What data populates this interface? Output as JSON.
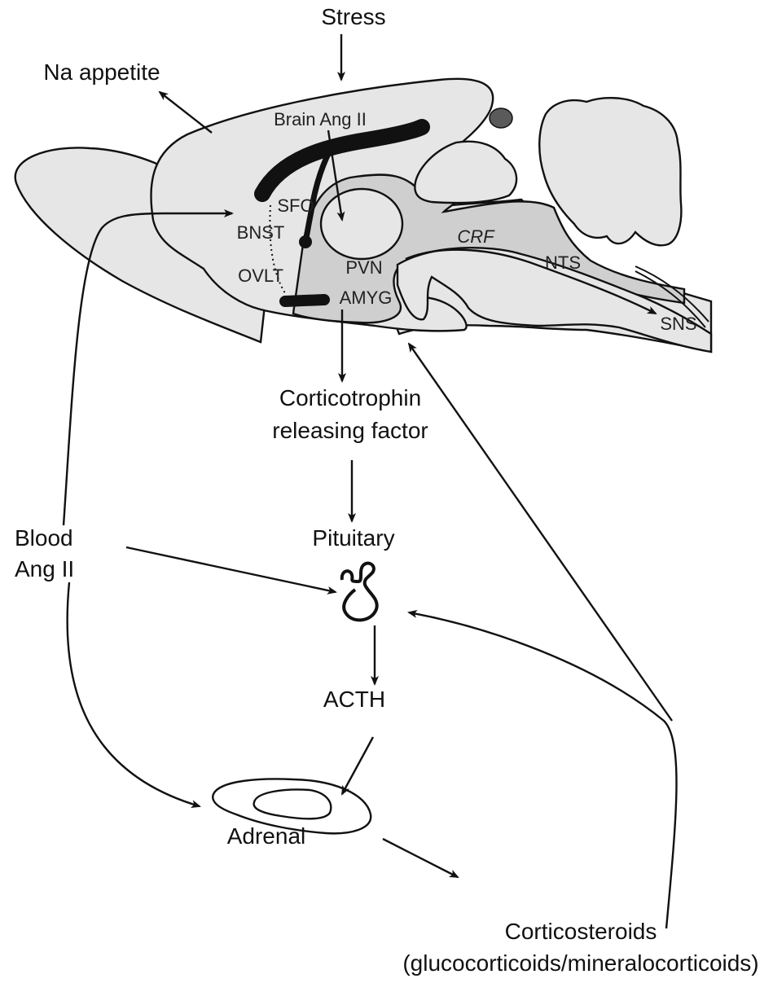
{
  "labels": {
    "stress": "Stress",
    "na_appetite": "Na appetite",
    "brain_ang_ii": "Brain Ang II",
    "sfo": "SFO",
    "bnst": "BNST",
    "ovlt": "OVLT",
    "pvn": "PVN",
    "amyg": "AMYG",
    "crf": "CRF",
    "nts": "NTS",
    "sns": "SNS",
    "crf_line1": "Corticotrophin",
    "crf_line2": "releasing factor",
    "pituitary": "Pituitary",
    "blood_ang_line1": "Blood",
    "blood_ang_line2": "Ang II",
    "acth": "ACTH",
    "adrenal": "Adrenal",
    "corticosteroids_line1": "Corticosteroids",
    "corticosteroids_line2": "(glucocorticoids/mineralocorticoids)"
  },
  "colors": {
    "brain_fill": "#e6e6e6",
    "inner_fill": "#cfcfcf",
    "dark_structure": "#111111",
    "pineal": "#5a5a5a"
  }
}
